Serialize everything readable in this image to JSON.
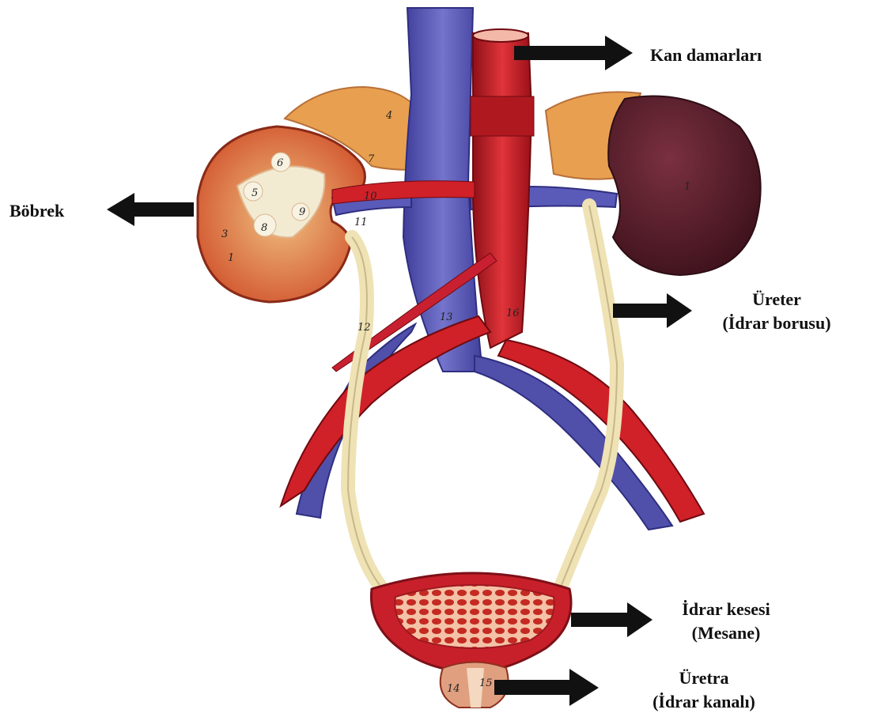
{
  "labels": {
    "blood_vessels": "Kan damarları",
    "kidney": "Böbrek",
    "ureter_line1": "Üreter",
    "ureter_line2": "(İdrar borusu)",
    "bladder_line1": "İdrar kesesi",
    "bladder_line2": "(Mesane)",
    "urethra_line1": "Üretra",
    "urethra_line2": "(İdrar kanalı)"
  },
  "model_numbers": {
    "n1": "1",
    "n3": "3",
    "n4": "4",
    "n5": "5",
    "n6": "6",
    "n7": "7",
    "n8": "8",
    "n9": "9",
    "n10": "10",
    "n11": "11",
    "n12": "12",
    "n13": "13",
    "n14": "14",
    "n15": "15",
    "n16": "16"
  },
  "colors": {
    "vein": "#5a5ab4",
    "artery": "#c8202a",
    "ureter": "#efe2b4",
    "adrenal": "#e8a050",
    "kidney_dark": "#5a1e2a",
    "arrow": "#111111"
  }
}
